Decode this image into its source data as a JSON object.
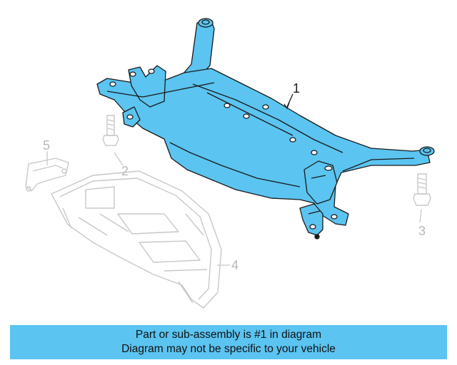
{
  "diagram": {
    "callouts": {
      "part1": "1",
      "part2": "2",
      "part3": "3",
      "part4": "4",
      "part5": "5"
    },
    "colors": {
      "highlight": "#5bc4f1",
      "outline": "#1a1a1a",
      "ghost": "#c8c8c8"
    }
  },
  "banner": {
    "line1": "Part or sub-assembly is #1 in diagram",
    "line2": "Diagram may not be specific to your vehicle"
  }
}
